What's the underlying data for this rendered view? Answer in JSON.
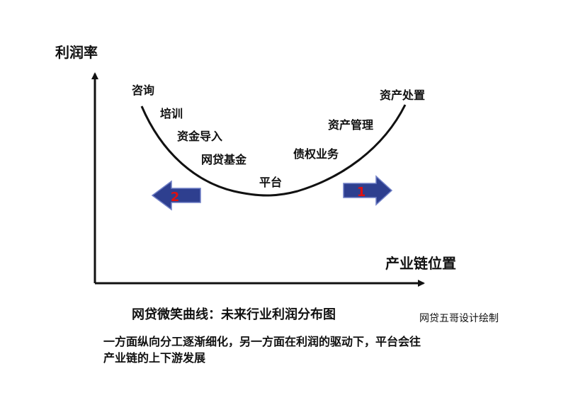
{
  "axes": {
    "y_label": "利润率",
    "x_label": "产业链位置"
  },
  "stages": [
    {
      "key": "consulting",
      "label": "咨询"
    },
    {
      "key": "training",
      "label": "培训"
    },
    {
      "key": "fund_intro",
      "label": "资金导入"
    },
    {
      "key": "p2p_fund",
      "label": "网贷基金"
    },
    {
      "key": "platform",
      "label": "平台"
    },
    {
      "key": "debt_business",
      "label": "债权业务"
    },
    {
      "key": "asset_mgmt",
      "label": "资产管理"
    },
    {
      "key": "asset_disposal",
      "label": "资产处置"
    }
  ],
  "arrows": {
    "left_number": "2",
    "right_number": "1",
    "color": "#2e3f8f",
    "number_color": "#e01010"
  },
  "caption": {
    "title": "网贷微笑曲线：未来行业利润分布图",
    "credit": "网贷五哥设计绘制"
  },
  "description": {
    "line1": "一方面纵向分工逐渐细化，另一方面在利润的驱动下，平台会往",
    "line2": "产业链的上下游发展"
  }
}
